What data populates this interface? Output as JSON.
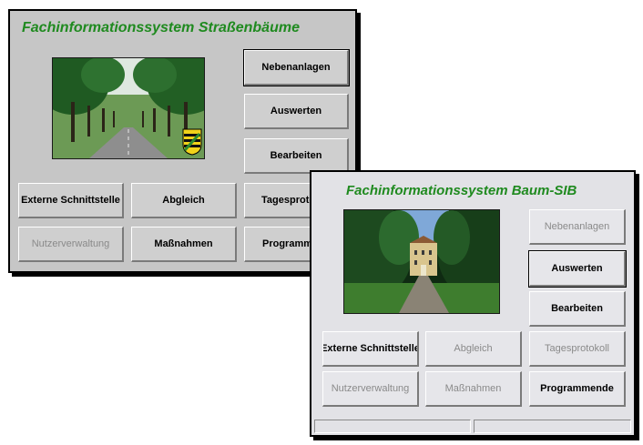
{
  "window_old": {
    "title": "Fachinformationssystem Straßenbäume",
    "buttons": {
      "nebenanlagen": "Nebenanlagen",
      "auswerten": "Auswerten",
      "bearbeiten": "Bearbeiten",
      "externe_schnittstelle": "Externe Schnittstelle",
      "abgleich": "Abgleich",
      "tagesprotokoll": "Tagesprotokoll",
      "nutzerverwaltung": "Nutzerverwaltung",
      "massnahmen": "Maßnahmen",
      "programmende": "Programmende"
    },
    "image": "tree-lined-road-photo",
    "emblem": "coat-of-arms-icon"
  },
  "window_new": {
    "title": "Fachinformationssystem Baum-SIB",
    "buttons": {
      "nebenanlagen": "Nebenanlagen",
      "auswerten": "Auswerten",
      "bearbeiten": "Bearbeiten",
      "externe_schnittstelle": "Externe Schnittstelle",
      "abgleich": "Abgleich",
      "tagesprotokoll": "Tagesprotokoll",
      "nutzerverwaltung": "Nutzerverwaltung",
      "massnahmen": "Maßnahmen",
      "programmende": "Programmende"
    },
    "image": "castle-avenue-photo",
    "status_bar": [
      "",
      ""
    ]
  },
  "colors": {
    "title_green": "#1f8a1f",
    "window_old_bg": "#c6c6c6",
    "window_new_bg": "#e2e2e6",
    "disabled_text": "#8a8a8a"
  }
}
